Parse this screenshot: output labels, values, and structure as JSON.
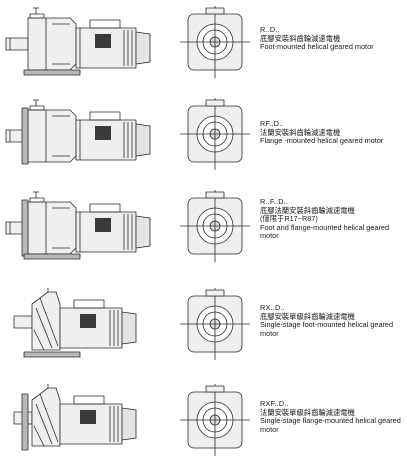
{
  "colors": {
    "line": "#2b2b2b",
    "fill": "#efefef",
    "shade": "#b9b9b9",
    "badge": "#3a3a3a"
  },
  "badge_icon": "gear-logo-icon",
  "rows": [
    {
      "code": "R..D..",
      "zh": "底腳安裝斜齒輪減速電機",
      "note": "",
      "en": "Foot-mounted helical geared motor"
    },
    {
      "code": "RF..D..",
      "zh": "法蘭安裝斜齒輪減速電機",
      "note": "",
      "en": "Flange -mounted helical geared motor"
    },
    {
      "code": "R..F..D..",
      "zh": "底腳法蘭安裝斜齒輪減速電機",
      "note": "(僅限于R17~R87)",
      "en": "Foot and flange-mounted helical geared motor"
    },
    {
      "code": "RX..D..",
      "zh": "底腳安裝單級斜齒輪減速電機",
      "note": "",
      "en": "Single-stage foot-mounted helical geared motor"
    },
    {
      "code": "RXF..D..",
      "zh": "法蘭安裝單級斜齒輪減速電機",
      "note": "",
      "en": "Single-stage flange-mounted helical geared motor"
    }
  ]
}
